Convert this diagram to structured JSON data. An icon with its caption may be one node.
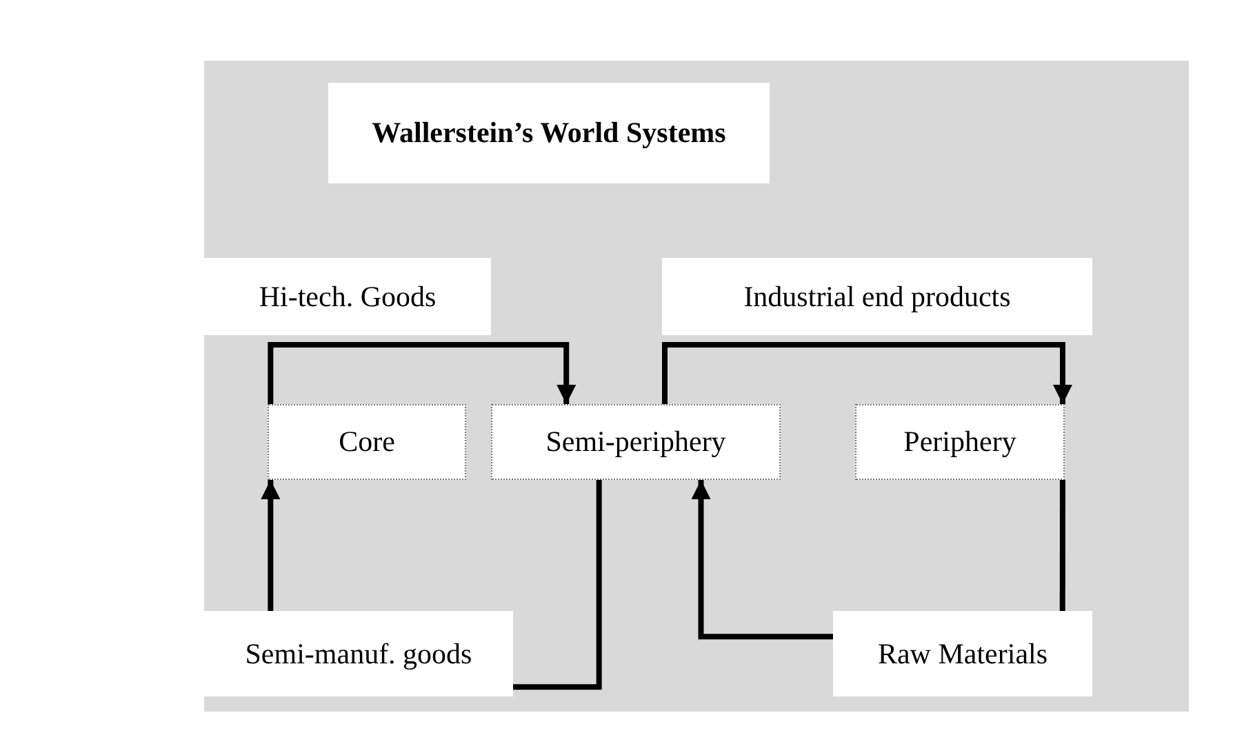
{
  "diagram": {
    "title": "Wallerstein’s World Systems",
    "nodes": [
      {
        "text": [
          "Hi-tech. Goods"
        ]
      },
      {
        "text": [
          "Industrial end products"
        ]
      },
      {
        "text": [
          "Core"
        ]
      },
      {
        "text": [
          "Semi-periphery"
        ]
      },
      {
        "text": [
          "Periphery"
        ]
      },
      {
        "text": [
          "Semi-manuf. goods"
        ]
      },
      {
        "text": [
          "Raw Materials"
        ]
      }
    ],
    "edges": [
      {
        "from": 2,
        "to": 3,
        "arrow": "to"
      },
      {
        "from": 3,
        "to": 4,
        "arrow": "to"
      },
      {
        "from": 4,
        "to": 6,
        "arrow": "none"
      },
      {
        "from": 6,
        "to": 3,
        "arrow": "to"
      },
      {
        "from": 5,
        "to": 2,
        "arrow": "to"
      },
      {
        "from": 3,
        "to": 5,
        "arrow": "none"
      }
    ]
  }
}
